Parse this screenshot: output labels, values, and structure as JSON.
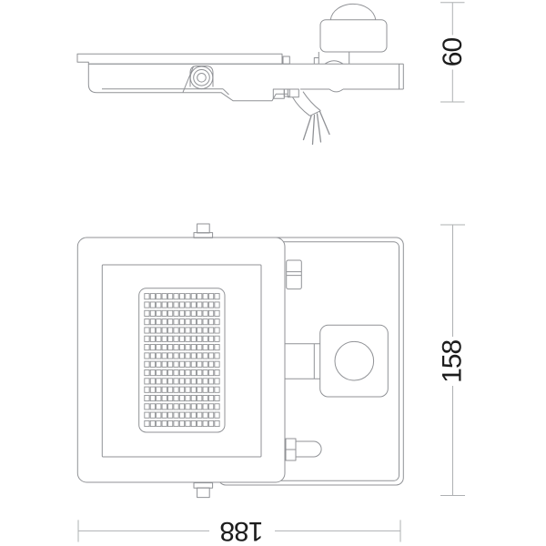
{
  "colors": {
    "background": "#ffffff",
    "outline": "#909296",
    "dimension_line": "#aeb0b2",
    "text": "#1c1c1c"
  },
  "dimensions": {
    "depth": {
      "label": "60",
      "orientation": "vertical"
    },
    "height": {
      "label": "158",
      "orientation": "vertical"
    },
    "width": {
      "label": "188",
      "orientation": "horizontal"
    }
  },
  "front_view": {
    "led_grid": {
      "rows": 16,
      "cols": 13
    }
  }
}
